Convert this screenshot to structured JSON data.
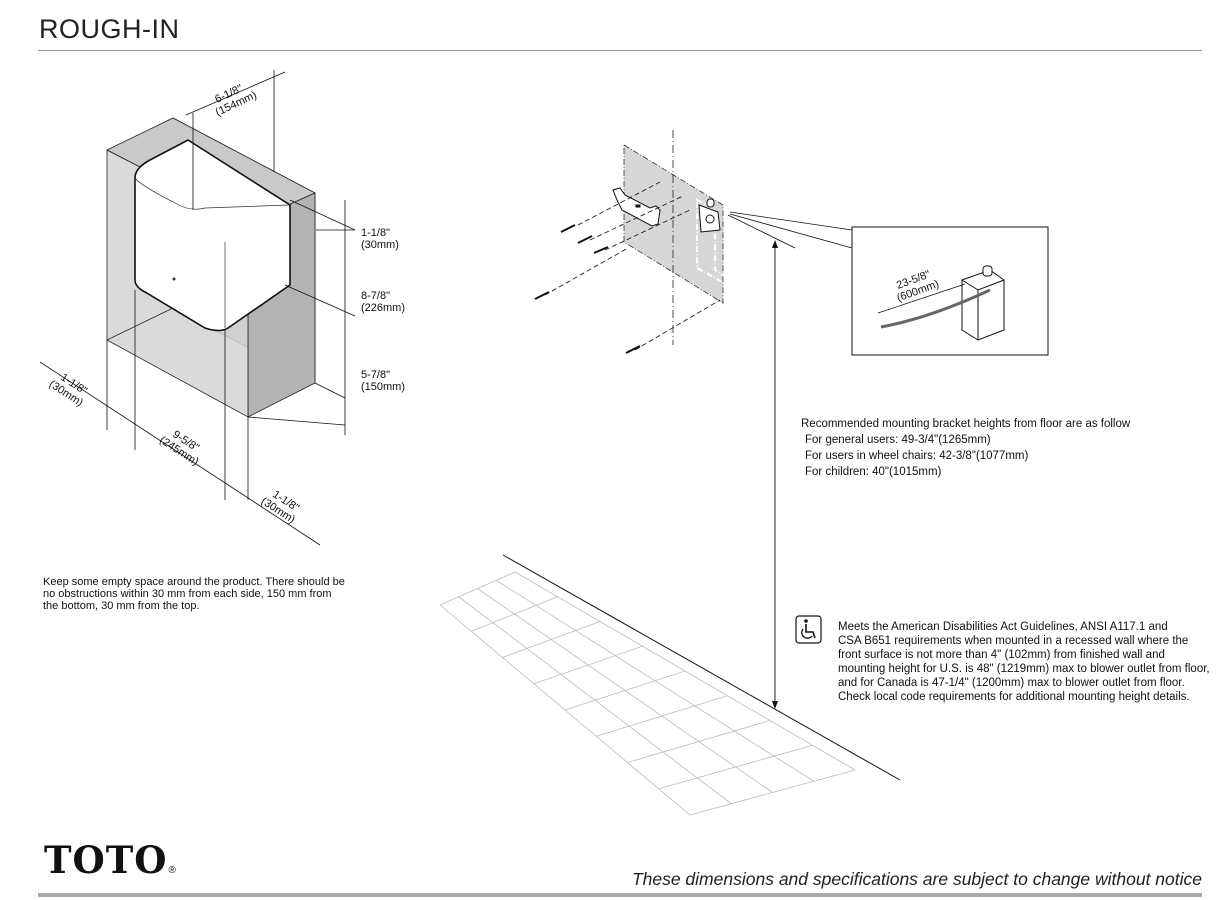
{
  "header": {
    "title": "ROUGH-IN"
  },
  "clearance_diagram": {
    "dim_top_depth": [
      "6-1/8\"",
      "(154mm)"
    ],
    "dim_top_clearance": [
      "1-1/8\"",
      "(30mm)"
    ],
    "dim_height": [
      "8-7/8\"",
      "(226mm)"
    ],
    "dim_bottom_clearance": [
      "5-7/8\"",
      "(150mm)"
    ],
    "dim_left_clearance": [
      "1-1/8\"",
      "(30mm)"
    ],
    "dim_width": [
      "9-5/8\"",
      "(245mm)"
    ],
    "dim_right_clearance": [
      "1-1/8\"",
      "(30mm)"
    ],
    "note": [
      "Keep some empty space around the product. There should be",
      "no obstructions within 30 mm from each side, 150 mm from",
      "the bottom, 30 mm from the top."
    ]
  },
  "installation_diagram": {
    "cord_length": [
      "23-5/8\"",
      "(600mm)"
    ]
  },
  "mounting_heights": {
    "heading": "Recommended mounting bracket heights from floor are as follow",
    "items": [
      "For general users:   49-3/4\"(1265mm)",
      "For users in wheel chairs:   42-3/8\"(1077mm)",
      "For children:  40\"(1015mm)"
    ]
  },
  "ada_note": {
    "icon": "wheelchair-accessible-icon",
    "lines": [
      "Meets the American Disabilities Act Guidelines, ANSI A117.1 and",
      "CSA B651 requirements when mounted in a recessed wall where the",
      "front surface is not more than 4\" (102mm) from finished wall and",
      "mounting height for U.S. is 48\" (1219mm) max to blower outlet from floor,",
      "and for Canada is 47-1/4\" (1200mm) max to blower outlet from floor.",
      "Check local code requirements for additional mounting height details."
    ]
  },
  "footer": {
    "logo": "TOTO",
    "logo_mark": "®",
    "disclaimer": "These dimensions and specifications are subject to change without notice"
  }
}
